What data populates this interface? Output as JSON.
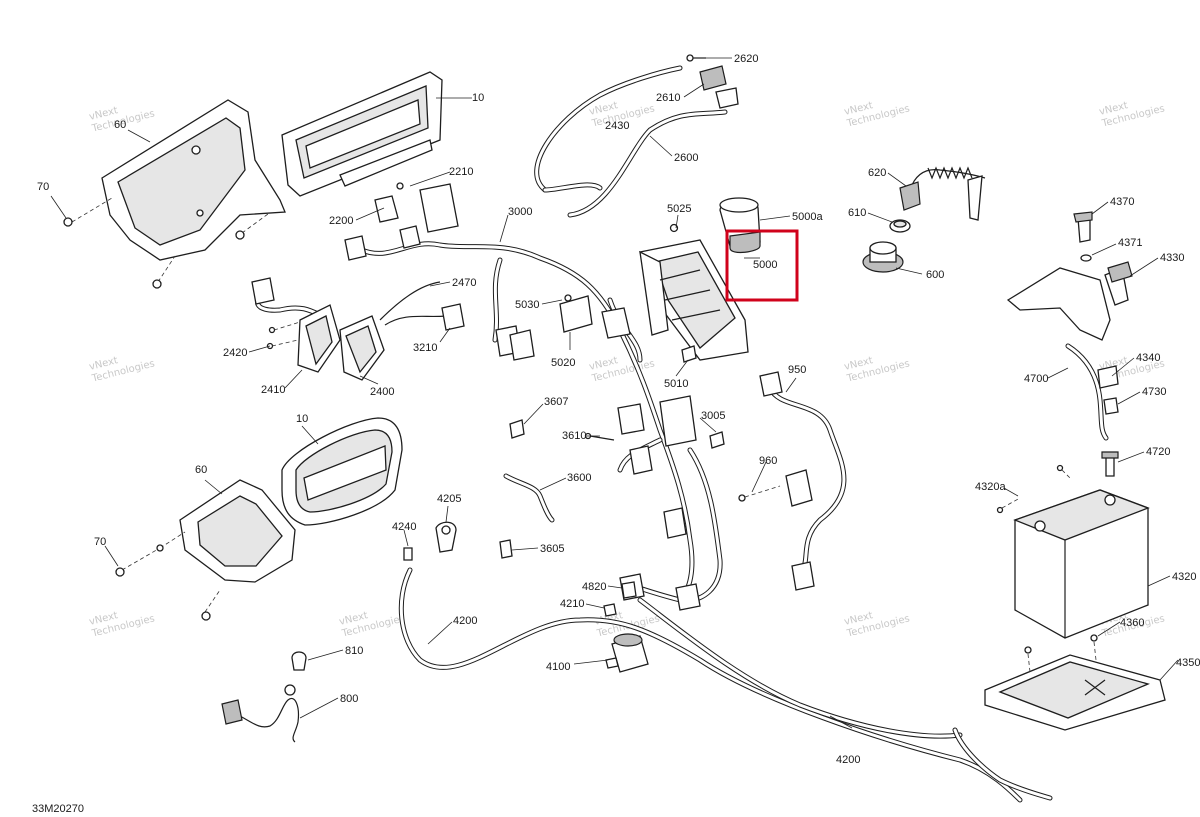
{
  "diagram_id": "33M20270",
  "watermark": {
    "line1": "vNext",
    "line2": "Technologies"
  },
  "highlight_label": "5000",
  "part_labels": {
    "p10_top": "10",
    "p60_top": "60",
    "p70_top": "70",
    "p2620": "2620",
    "p2610": "2610",
    "p2430": "2430",
    "p2600": "2600",
    "p2210": "2210",
    "p2200": "2200",
    "p3000": "3000",
    "p5025": "5025",
    "p5000a": "5000a",
    "p5000": "5000",
    "p620": "620",
    "p610": "610",
    "p600": "600",
    "p4370": "4370",
    "p4371": "4371",
    "p4330": "4330",
    "p2470": "2470",
    "p5030": "5030",
    "p5020": "5020",
    "p2420": "2420",
    "p3210": "3210",
    "p2410": "2410",
    "p2400": "2400",
    "p5010": "5010",
    "p950": "950",
    "p4700": "4700",
    "p4340": "4340",
    "p4730": "4730",
    "p10_mid": "10",
    "p3607": "3607",
    "p3610": "3610",
    "p3005": "3005",
    "p4720": "4720",
    "p60_mid": "60",
    "p3600": "3600",
    "p960": "960",
    "p4320a": "4320a",
    "p4205": "4205",
    "p70_mid": "70",
    "p4240": "4240",
    "p3605": "3605",
    "p4320": "4320",
    "p4820": "4820",
    "p4210": "4210",
    "p4360": "4360",
    "p4200_mid": "4200",
    "p810": "810",
    "p4100": "4100",
    "p4350": "4350",
    "p800": "800",
    "p4200_bottom": "4200"
  }
}
